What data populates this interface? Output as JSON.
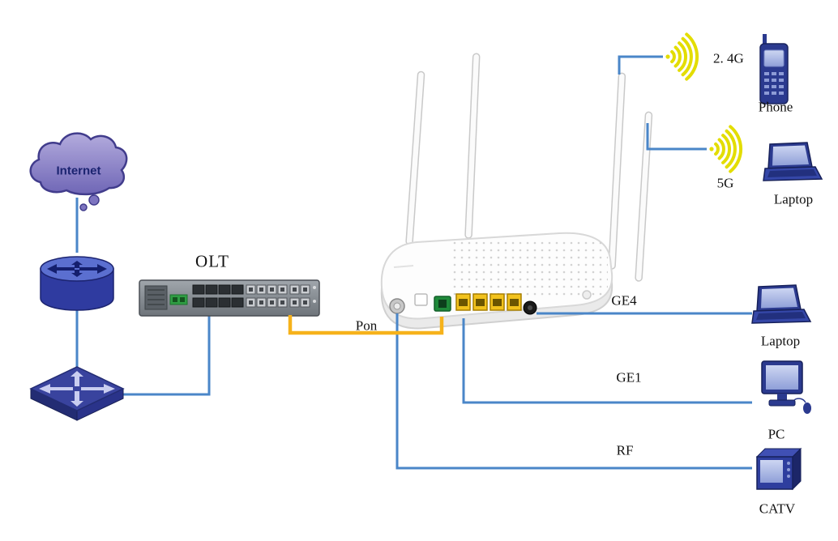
{
  "labels": {
    "internet": "Internet",
    "olt": "OLT",
    "pon": "Pon",
    "wifi_24g": "2. 4G",
    "wifi_5g": "5G",
    "phone": "Phone",
    "laptop_wifi": "Laptop",
    "laptop_ge4": "Laptop",
    "ge4": "GE4",
    "ge1": "GE1",
    "rf": "RF",
    "pc": "PC",
    "catv": "CATV"
  },
  "colors": {
    "link_blue": "#4a86c8",
    "link_orange": "#f6b21b",
    "wifi_signal_yellow": "#e3dd00",
    "device_navy": "#2b3a8f",
    "olt_gray": "#8b9198",
    "port_yellow": "#f2c21d",
    "port_green": "#1f8a3a"
  }
}
